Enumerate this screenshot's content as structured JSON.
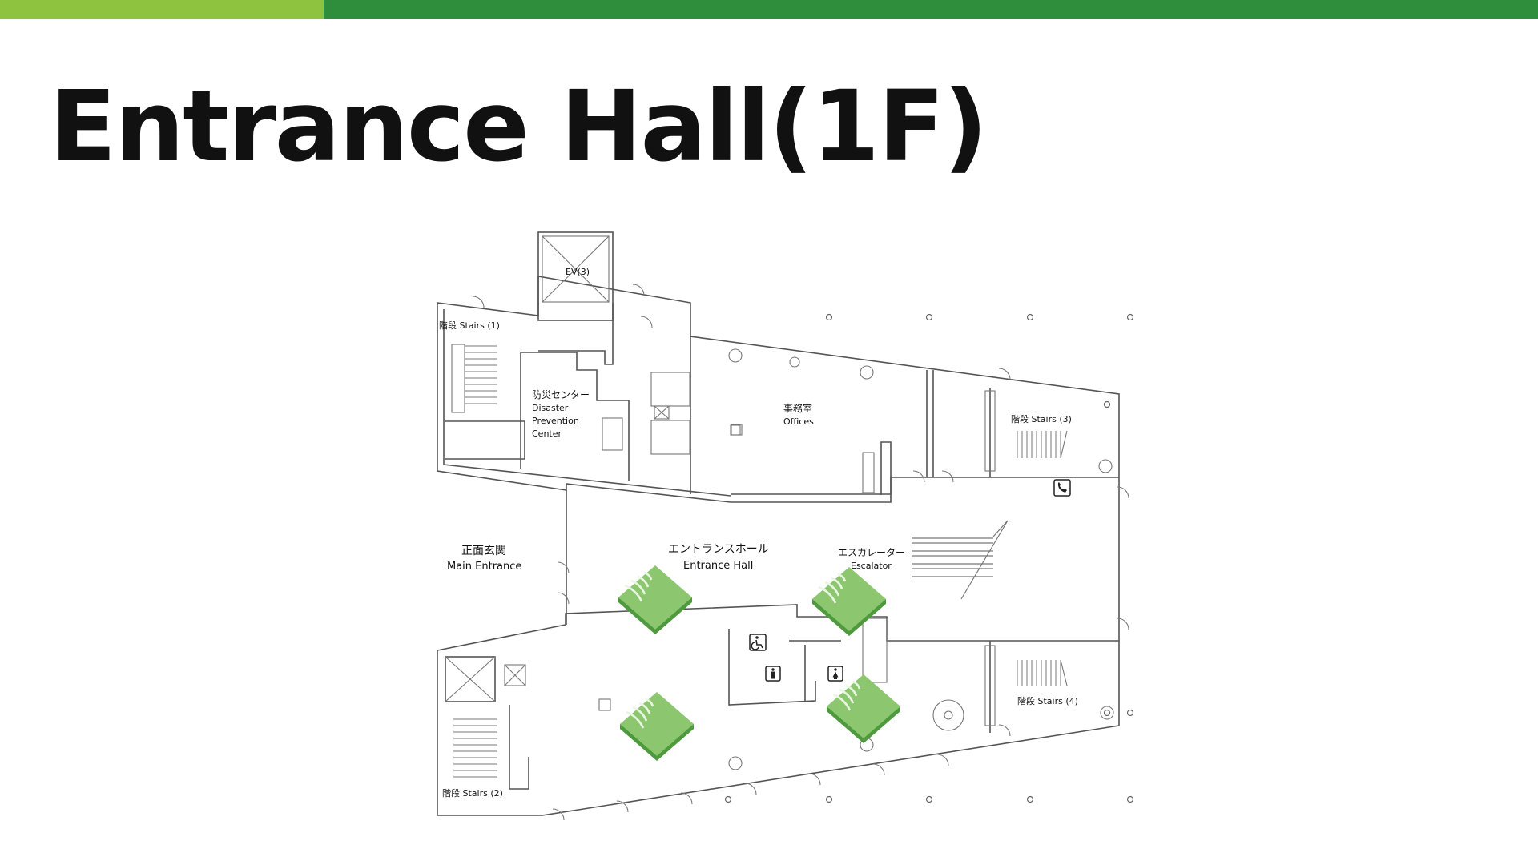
{
  "page": {
    "title": "Entrance Hall(1F)"
  },
  "colors": {
    "bar_light": "#8dc33f",
    "bar_dark": "#2f8e3b",
    "sensor_top": "#8cc770",
    "sensor_side": "#3f8a32",
    "sensor_arc": "#e9f6e2",
    "wall": "#555555"
  },
  "labels": {
    "ev3": "EV(3)",
    "stairs1": "階段 Stairs (1)",
    "stairs2": "階段 Stairs (2)",
    "stairs3": "階段 Stairs (3)",
    "stairs4": "階段 Stairs (4)",
    "disaster_jp": "防災センター",
    "disaster_en1": "Disaster",
    "disaster_en2": "Prevention",
    "disaster_en3": "Center",
    "offices_jp": "事務室",
    "offices_en": "Offices",
    "main_jp": "正面玄関",
    "main_en": "Main Entrance",
    "hall_jp": "エントランスホール",
    "hall_en": "Entrance Hall",
    "esc_jp": "エスカレーター",
    "esc_en": "Escalator"
  },
  "icons": {
    "phone": "phone-icon",
    "wheelchair": "wheelchair-icon",
    "restroom": "restroom-icon",
    "sensor": "wireless-sensor-icon"
  },
  "sensors": [
    {
      "name": "sensor-1"
    },
    {
      "name": "sensor-2"
    },
    {
      "name": "sensor-3"
    },
    {
      "name": "sensor-4"
    }
  ]
}
